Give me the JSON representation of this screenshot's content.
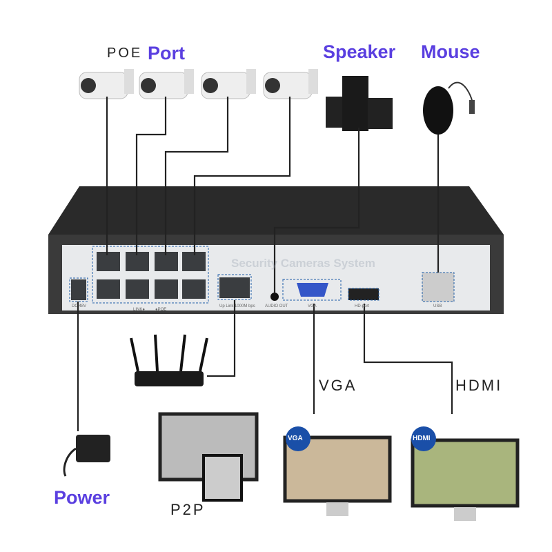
{
  "labels": {
    "poe": "POE",
    "port": "Port",
    "speaker": "Speaker",
    "mouse": "Mouse",
    "power": "Power",
    "p2p": "P2P",
    "vga": "VGA",
    "hdmi": "HDMI"
  },
  "panel": {
    "dc": "DC 48V",
    "link": "LINK●",
    "poe": "●POE",
    "uplink": "Up Link 1000M bps",
    "audio": "AUDIO OUT",
    "vga": "VGA",
    "hdport": "HD-port",
    "usb": "USB"
  },
  "watermark": "Security Cameras System",
  "monitor_badges": {
    "vga": "VGA",
    "hdmi": "HDMI"
  },
  "colors": {
    "label": "#5a3fe0",
    "dashed": "#1f5fa8",
    "cable": "#222222"
  }
}
